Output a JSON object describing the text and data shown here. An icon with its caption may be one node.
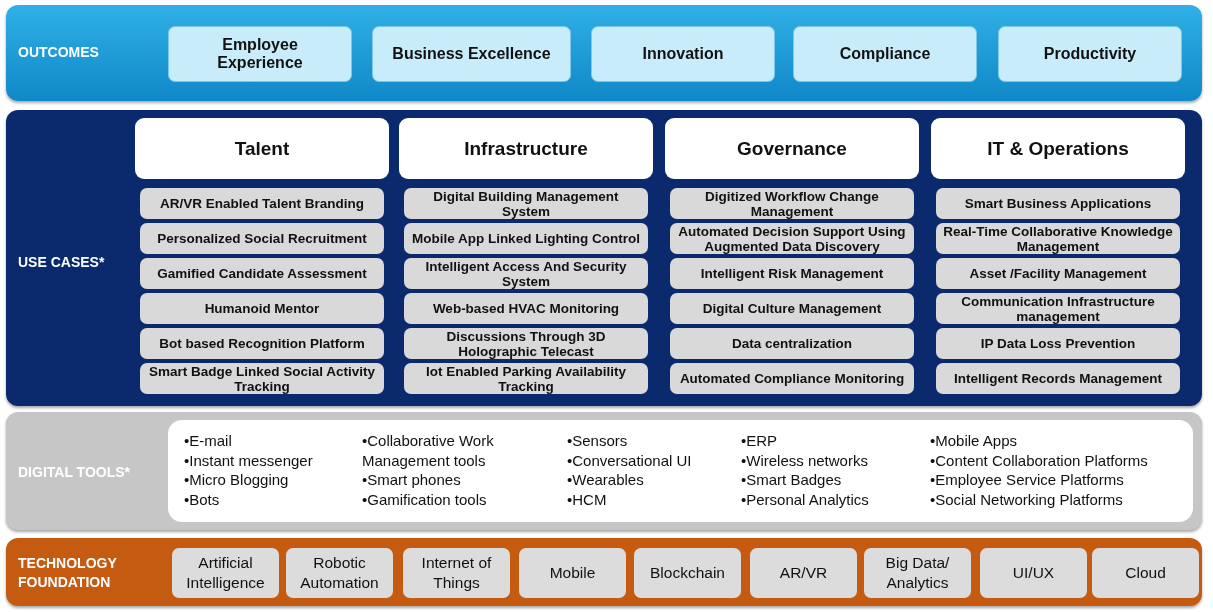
{
  "diagram": {
    "nodes": [
      {
        "text": [
          "OUTCOMES"
        ]
      },
      {
        "text": [
          "Employee Experience"
        ],
        "in": 0
      },
      {
        "text": [
          "Business Excellence"
        ],
        "in": 0
      },
      {
        "text": [
          "Innovation"
        ],
        "in": 0
      },
      {
        "text": [
          "Compliance"
        ],
        "in": 0
      },
      {
        "text": [
          "Productivity"
        ],
        "in": 0
      },
      {
        "text": [
          "USE CASES*"
        ]
      },
      {
        "text": [
          "Talent"
        ],
        "in": 6
      },
      {
        "text": [
          "AR/VR Enabled Talent Branding"
        ],
        "in": 6
      },
      {
        "text": [
          "Personalized Social Recruitment"
        ],
        "in": 6
      },
      {
        "text": [
          "Gamified Candidate Assessment"
        ],
        "in": 6
      },
      {
        "text": [
          "Humanoid Mentor"
        ],
        "in": 6
      },
      {
        "text": [
          "Bot based Recognition Platform"
        ],
        "in": 6
      },
      {
        "text": [
          "Smart Badge Linked Social Activity Tracking"
        ],
        "in": 6
      },
      {
        "text": [
          "Infrastructure"
        ],
        "in": 6
      },
      {
        "text": [
          "Digital Building Management System"
        ],
        "in": 6
      },
      {
        "text": [
          "Mobile App Linked Lighting Control"
        ],
        "in": 6
      },
      {
        "text": [
          "Intelligent Access And Security System"
        ],
        "in": 6
      },
      {
        "text": [
          "Web-based HVAC Monitoring"
        ],
        "in": 6
      },
      {
        "text": [
          "Discussions Through 3D Holographic Telecast"
        ],
        "in": 6
      },
      {
        "text": [
          "Iot Enabled Parking Availability Tracking"
        ],
        "in": 6
      },
      {
        "text": [
          "Governance"
        ],
        "in": 6
      },
      {
        "text": [
          "Digitized Workflow Change Management"
        ],
        "in": 6
      },
      {
        "text": [
          "Automated Decision Support Using Augmented Data Discovery"
        ],
        "in": 6
      },
      {
        "text": [
          "Intelligent Risk Management"
        ],
        "in": 6
      },
      {
        "text": [
          "Digital Culture Management"
        ],
        "in": 6
      },
      {
        "text": [
          "Data centralization"
        ],
        "in": 6
      },
      {
        "text": [
          "Automated Compliance Monitoring"
        ],
        "in": 6
      },
      {
        "text": [
          "IT & Operations"
        ],
        "in": 6
      },
      {
        "text": [
          "Smart Business Applications"
        ],
        "in": 6
      },
      {
        "text": [
          "Real-Time Collaborative Knowledge Management"
        ],
        "in": 6
      },
      {
        "text": [
          "Asset /Facility Management"
        ],
        "in": 6
      },
      {
        "text": [
          "Communication Infrastructure management"
        ],
        "in": 6
      },
      {
        "text": [
          "IP Data Loss Prevention"
        ],
        "in": 6
      },
      {
        "text": [
          "Intelligent Records Management"
        ],
        "in": 6
      },
      {
        "text": [
          "DIGITAL TOOLS*"
        ]
      },
      {
        "text": [
          "•E-mail",
          "•Instant messenger",
          "•Micro Blogging",
          "•Bots",
          "•Collaborative Work Management tools",
          "•Smart phones",
          "•Gamification tools",
          "•Sensors",
          "•Conversational UI",
          "•Wearables",
          "•HCM",
          "•ERP",
          "•Wireless networks",
          "•Smart Badges",
          "•Personal Analytics",
          "•Mobile Apps",
          "•Content Collaboration Platforms",
          "•Employee Service Platforms",
          "•Social Networking Platforms"
        ],
        "in": 35
      },
      {
        "text": [
          "TECHNOLOGY FOUNDATION"
        ]
      },
      {
        "text": [
          "Artificial Intelligence"
        ],
        "in": 37
      },
      {
        "text": [
          "Robotic Automation"
        ],
        "in": 37
      },
      {
        "text": [
          "Internet of Things"
        ],
        "in": 37
      },
      {
        "text": [
          "Mobile"
        ],
        "in": 37
      },
      {
        "text": [
          "Blockchain"
        ],
        "in": 37
      },
      {
        "text": [
          "AR/VR"
        ],
        "in": 37
      },
      {
        "text": [
          "Big Data/ Analytics"
        ],
        "in": 37
      },
      {
        "text": [
          "UI/UX"
        ],
        "in": 37
      },
      {
        "text": [
          "Cloud"
        ],
        "in": 37
      }
    ],
    "edges": []
  }
}
